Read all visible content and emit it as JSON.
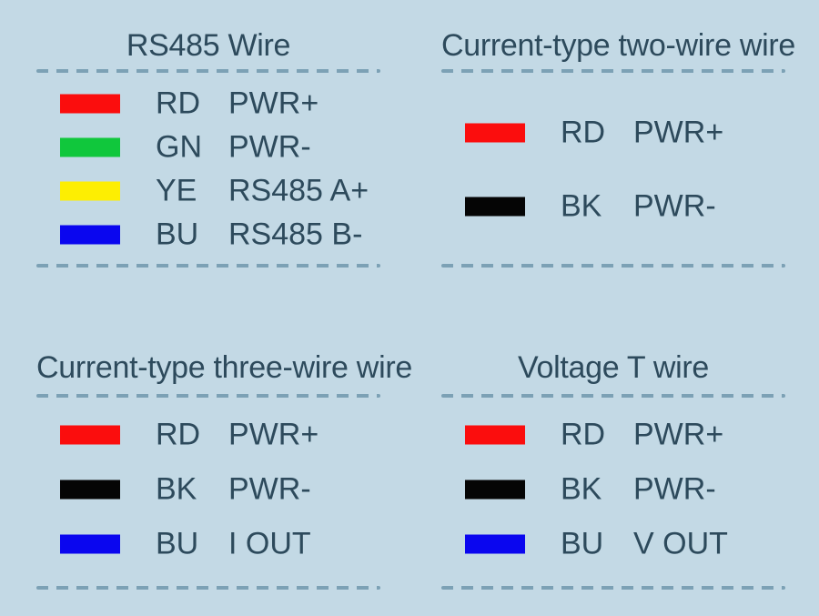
{
  "palette": {
    "background": "#c3d9e5",
    "text": "#2d4a5c",
    "dash": "#7ca1b5"
  },
  "sections": [
    {
      "title": "RS485 Wire",
      "rows": [
        {
          "color_name": "red",
          "color": "#fb0d0d",
          "abbr": "RD",
          "signal": "PWR+"
        },
        {
          "color_name": "green",
          "color": "#10c73c",
          "abbr": "GN",
          "signal": "PWR-"
        },
        {
          "color_name": "yellow",
          "color": "#fdee02",
          "abbr": "YE",
          "signal": "RS485 A+"
        },
        {
          "color_name": "blue",
          "color": "#0a06ef",
          "abbr": "BU",
          "signal": "RS485 B-"
        }
      ]
    },
    {
      "title": "Current-type two-wire wire",
      "rows": [
        {
          "color_name": "red",
          "color": "#fb0d0d",
          "abbr": "RD",
          "signal": "PWR+"
        },
        {
          "color_name": "black",
          "color": "#050505",
          "abbr": "BK",
          "signal": "PWR-"
        }
      ]
    },
    {
      "title": "Current-type three-wire wire",
      "rows": [
        {
          "color_name": "red",
          "color": "#fb0d0d",
          "abbr": "RD",
          "signal": "PWR+"
        },
        {
          "color_name": "black",
          "color": "#050505",
          "abbr": "BK",
          "signal": "PWR-"
        },
        {
          "color_name": "blue",
          "color": "#0a06ef",
          "abbr": "BU",
          "signal": "I OUT"
        }
      ]
    },
    {
      "title": "Voltage T wire",
      "rows": [
        {
          "color_name": "red",
          "color": "#fb0d0d",
          "abbr": "RD",
          "signal": "PWR+"
        },
        {
          "color_name": "black",
          "color": "#050505",
          "abbr": "BK",
          "signal": "PWR-"
        },
        {
          "color_name": "blue",
          "color": "#0a06ef",
          "abbr": "BU",
          "signal": "V OUT"
        }
      ]
    }
  ]
}
